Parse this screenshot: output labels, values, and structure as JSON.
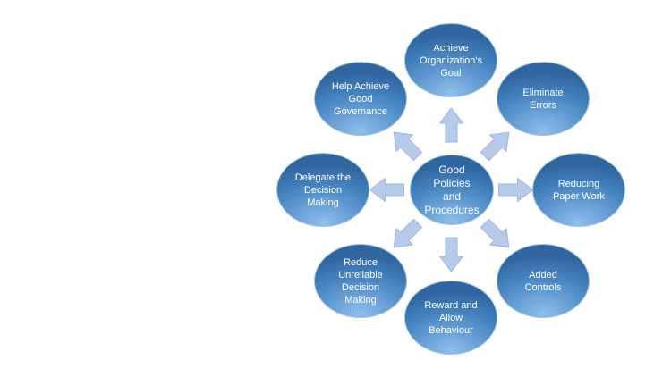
{
  "diagram": {
    "type": "diverging-radial",
    "center_node": {
      "label": "Good Policies and Procedures",
      "lines": [
        "Good",
        "Policies",
        "and",
        "Procedures"
      ]
    },
    "nodes": [
      {
        "id": "achieve-organizations-goal",
        "position": "top",
        "label": "Achieve Organization's Goal",
        "lines": [
          "Achieve",
          "Organization's",
          "Goal"
        ]
      },
      {
        "id": "eliminate-errors",
        "position": "top-right",
        "label": "Eliminate Errors",
        "lines": [
          "Eliminate",
          "Errors"
        ]
      },
      {
        "id": "reducing-paper-work",
        "position": "right",
        "label": "Reducing Paper Work",
        "lines": [
          "Reducing",
          "Paper Work"
        ]
      },
      {
        "id": "added-controls",
        "position": "bottom-right",
        "label": "Added Controls",
        "lines": [
          "Added",
          "Controls"
        ]
      },
      {
        "id": "reward-and-allow-behaviour",
        "position": "bottom",
        "label": "Reward and Allow Behaviour",
        "lines": [
          "Reward and",
          "Allow",
          "Behaviour"
        ]
      },
      {
        "id": "reduce-unreliable-decision-making",
        "position": "bottom-left",
        "label": "Reduce Unreliable Decision Making",
        "lines": [
          "Reduce",
          "Unreliable",
          "Decision",
          "Making"
        ]
      },
      {
        "id": "delegate-the-decision-making",
        "position": "left",
        "label": "Delegate the Decision Making",
        "lines": [
          "Delegate the",
          "Decision",
          "Making"
        ]
      },
      {
        "id": "help-achieve-good-governance",
        "position": "top-left",
        "label": "Help Achieve Good Governance",
        "lines": [
          "Help Achieve",
          "Good",
          "Governance"
        ]
      }
    ],
    "colors": {
      "ellipse_dark": "#30669f",
      "ellipse_mid": "#639cd3",
      "ellipse_light": "#8fbfeb",
      "ellipse_border": "#9fc2e4",
      "arrow_fill": "#b6cbe9",
      "arrow_stroke": "#9db7dc",
      "text": "#ffffff",
      "background": "#ffffff"
    }
  }
}
